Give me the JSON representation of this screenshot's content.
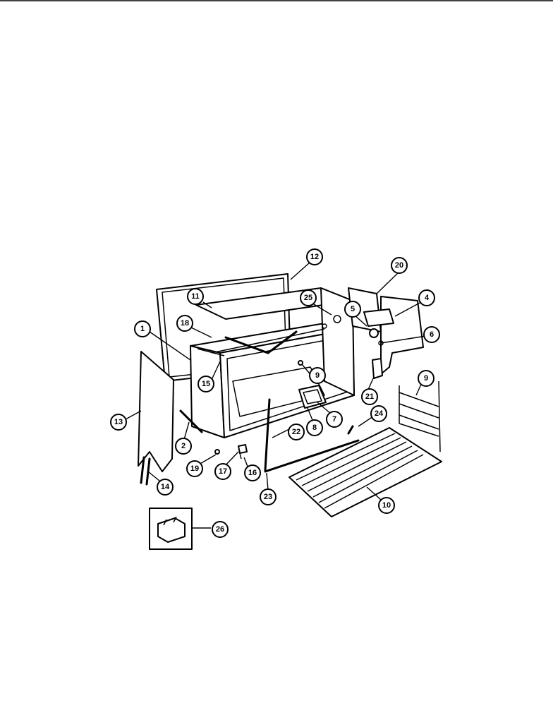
{
  "callouts": [
    {
      "id": "callout-1",
      "label": "1"
    },
    {
      "id": "callout-2",
      "label": "2"
    },
    {
      "id": "callout-4",
      "label": "4"
    },
    {
      "id": "callout-5",
      "label": "5"
    },
    {
      "id": "callout-6",
      "label": "6"
    },
    {
      "id": "callout-7",
      "label": "7"
    },
    {
      "id": "callout-8",
      "label": "8"
    },
    {
      "id": "callout-9a",
      "label": "9"
    },
    {
      "id": "callout-9b",
      "label": "9"
    },
    {
      "id": "callout-10",
      "label": "10"
    },
    {
      "id": "callout-11",
      "label": "11"
    },
    {
      "id": "callout-12",
      "label": "12"
    },
    {
      "id": "callout-13",
      "label": "13"
    },
    {
      "id": "callout-14",
      "label": "14"
    },
    {
      "id": "callout-15",
      "label": "15"
    },
    {
      "id": "callout-16",
      "label": "16"
    },
    {
      "id": "callout-17",
      "label": "17"
    },
    {
      "id": "callout-18",
      "label": "18"
    },
    {
      "id": "callout-19",
      "label": "19"
    },
    {
      "id": "callout-20",
      "label": "20"
    },
    {
      "id": "callout-21",
      "label": "21"
    },
    {
      "id": "callout-22",
      "label": "22"
    },
    {
      "id": "callout-23",
      "label": "23"
    },
    {
      "id": "callout-24",
      "label": "24"
    },
    {
      "id": "callout-25",
      "label": "25"
    },
    {
      "id": "callout-26",
      "label": "26"
    }
  ]
}
